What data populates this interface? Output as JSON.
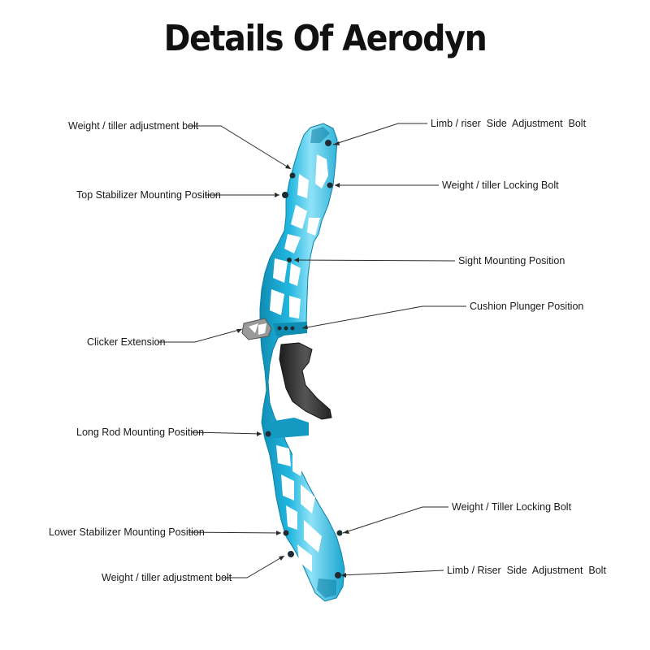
{
  "title": "Details Of Aerodyn",
  "colors": {
    "riser": "#22b7e0",
    "riser_dark": "#0f8db3",
    "riser_light": "#8fe2f7",
    "grip": "#2b2b2b",
    "text": "#1a1a1a"
  },
  "labels": {
    "weight_tiller_adjustment_bolt_top": "Weight / tiller adjustment bolt",
    "top_stabilizer_mounting_position": "Top Stabilizer Mounting Position",
    "clicker_extension": "Clicker Extension",
    "long_rod_mounting_position": "Long Rod Mounting Position",
    "lower_stabilizer_mounting_position": "Lower Stabilizer Mounting Position",
    "weight_tiller_adjustment_bolt_bottom": "Weight / tiller adjustment bolt",
    "limb_riser_side_adjustment_bolt_top": "Limb / riser  Side  Adjustment  Bolt",
    "weight_tiller_locking_bolt_top": "Weight / tiller Locking Bolt",
    "sight_mounting_position": "Sight Mounting Position",
    "cushion_plunger_position": "Cushion Plunger Position",
    "weight_tiller_locking_bolt_bottom": "Weight / Tiller Locking Bolt",
    "limb_riser_side_adjustment_bolt_bottom": "Limb / Riser  Side  Adjustment  Bolt"
  }
}
